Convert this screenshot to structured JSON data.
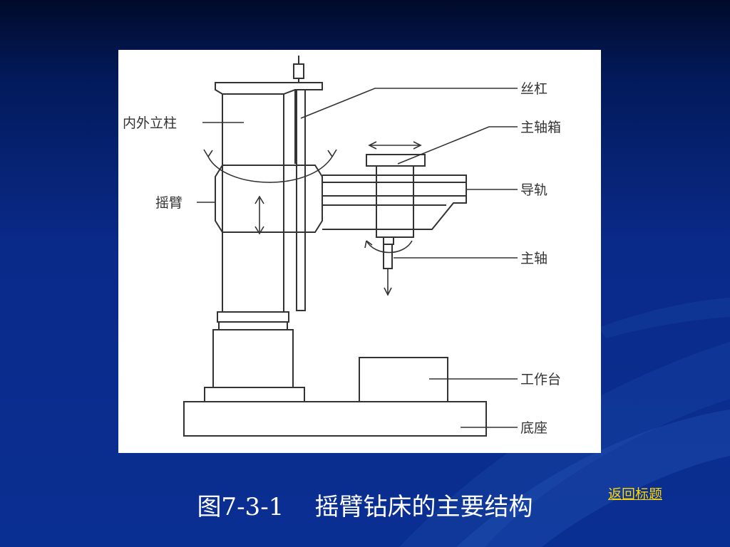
{
  "diagram": {
    "labels": {
      "lead_screw": "丝杠",
      "column": "内外立柱",
      "headstock": "主轴箱",
      "rocker_arm": "摇臂",
      "guide_rail": "导轨",
      "spindle": "主轴",
      "worktable": "工作台",
      "base": "底座"
    }
  },
  "caption": "图7-3-1    摇臂钻床的主要结构",
  "back_link": "返回标题",
  "colors": {
    "background": "#0a2a8a",
    "link": "#ffd700",
    "caption": "#ffffff",
    "line_art": "#333333"
  }
}
